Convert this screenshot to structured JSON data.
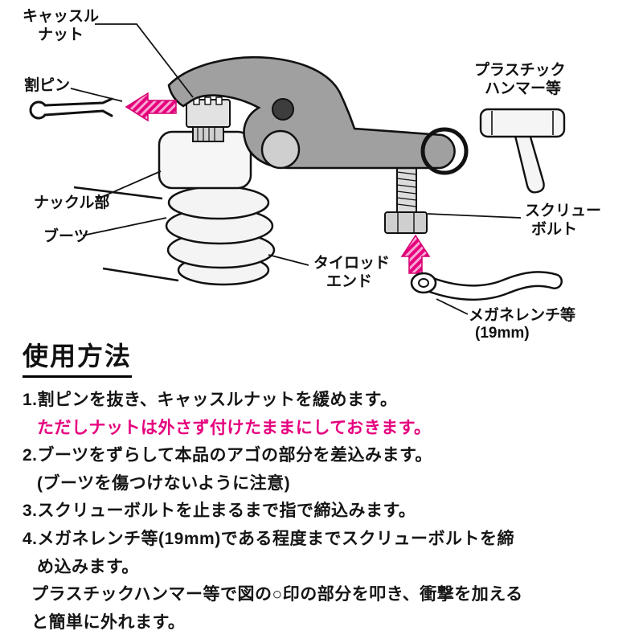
{
  "diagram": {
    "labels": {
      "castle_nut_line1": "キャッスル",
      "castle_nut_line2": "ナット",
      "cotter_pin": "割ピン",
      "knuckle": "ナックル部",
      "boot": "ブーツ",
      "tie_rod_line1": "タイロッド",
      "tie_rod_line2": "エンド",
      "hammer_line1": "プラスチック",
      "hammer_line2": "ハンマー等",
      "screw_bolt_line1": "スクリュー",
      "screw_bolt_line2": "ボルト",
      "wrench_line1": "メガネレンチ等",
      "wrench_line2": "(19mm)"
    },
    "colors": {
      "arrow_magenta": "#e6007e",
      "tool_gray": "#9e9e9e"
    }
  },
  "instructions": {
    "heading": "使用方法",
    "lines": [
      {
        "text": "1.割ピンを抜き、キャッスルナットを緩めます。"
      },
      {
        "text": "ただしナットは外さず付けたままにしておきます。"
      },
      {
        "text": "2.ブーツをずらして本品のアゴの部分を差込みます。"
      },
      {
        "text": "(ブーツを傷つけないように注意)"
      },
      {
        "text": "3.スクリューボルトを止まるまで指で締込みます。"
      },
      {
        "text": "4.メガネレンチ等(19mm)である程度までスクリューボルトを締"
      },
      {
        "text": "め込みます。"
      },
      {
        "text": "プラスチックハンマー等で図の○印の部分を叩き、衝撃を加える"
      },
      {
        "text": "と簡単に外れます。"
      }
    ]
  }
}
